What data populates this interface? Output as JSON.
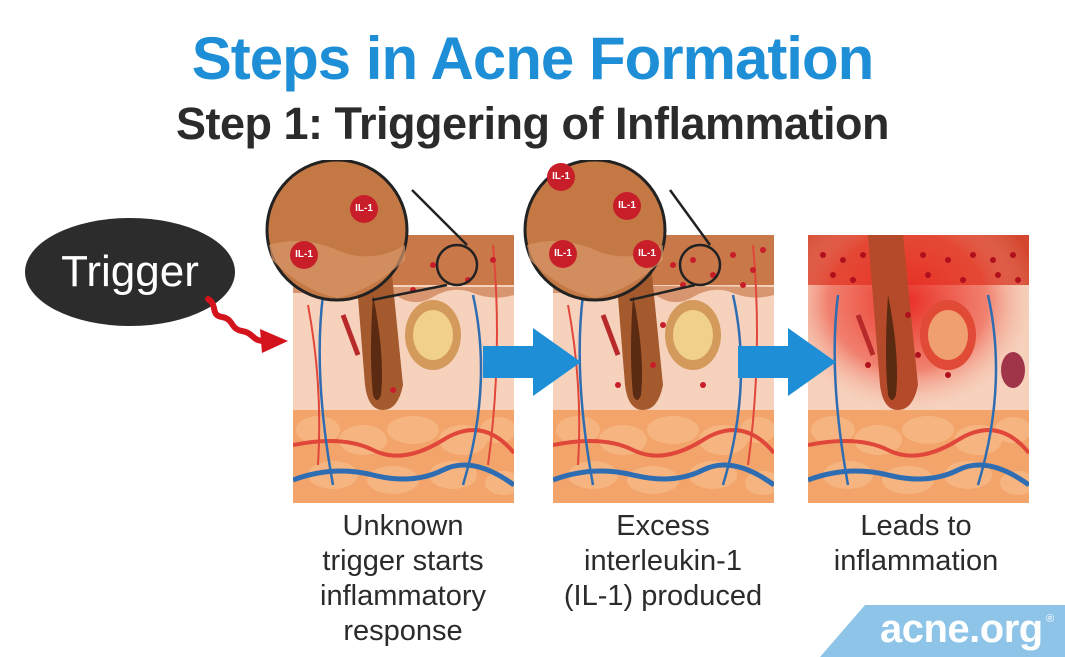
{
  "header": {
    "title": "Steps in Acne Formation",
    "subtitle": "Step 1: Triggering of Inflammation"
  },
  "trigger": {
    "label": "Trigger"
  },
  "panels": [
    {
      "caption_lines": [
        "Unknown",
        "trigger starts",
        "inflammatory",
        "response"
      ],
      "magnifier_labels": [
        "IL-1",
        "IL-1"
      ]
    },
    {
      "caption_lines": [
        "Excess",
        "interleukin-1",
        "(IL-1) produced"
      ],
      "magnifier_labels": [
        "IL-1",
        "IL-1",
        "IL-1",
        "IL-1"
      ]
    },
    {
      "caption_lines": [
        "Leads to",
        "inflammation"
      ]
    }
  ],
  "logo": {
    "text": "acne.org",
    "registered": "®"
  },
  "colors": {
    "title_blue": "#1e8fd6",
    "dark_text": "#2b2b2b",
    "arrow_blue": "#1e8fd6",
    "trigger_red": "#d4141c",
    "logo_bg": "#8dc4e8",
    "il1_red": "#c81e2a"
  }
}
